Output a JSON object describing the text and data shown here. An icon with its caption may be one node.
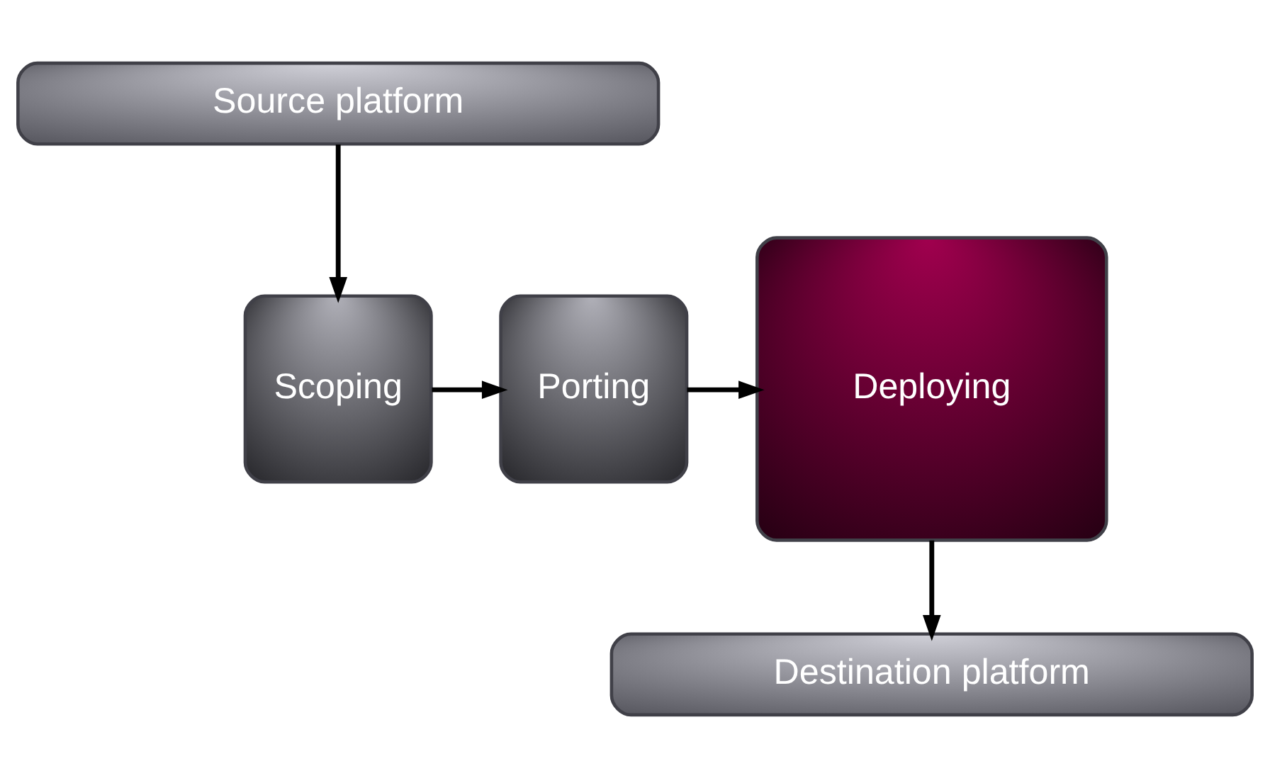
{
  "diagram": {
    "nodes": [
      {
        "text": [
          "Source platform"
        ]
      },
      {
        "text": [
          "Scoping"
        ]
      },
      {
        "text": [
          "Porting"
        ]
      },
      {
        "text": [
          "Deploying"
        ]
      },
      {
        "text": [
          "Destination platform"
        ]
      }
    ],
    "edges": [
      {
        "from": 0,
        "to": 1,
        "arrow": "to"
      },
      {
        "from": 1,
        "to": 2,
        "arrow": "to"
      },
      {
        "from": 2,
        "to": 3,
        "arrow": "to"
      },
      {
        "from": 3,
        "to": 4,
        "arrow": "to"
      }
    ]
  }
}
